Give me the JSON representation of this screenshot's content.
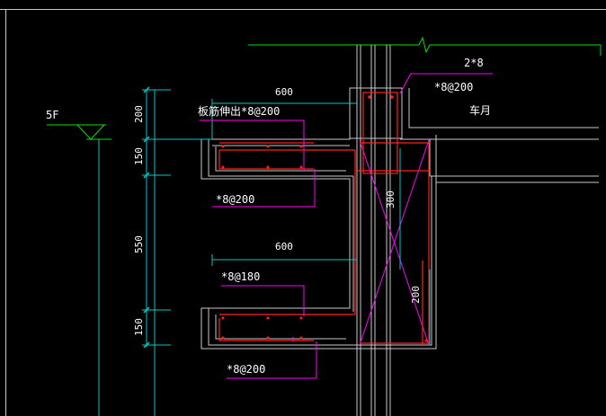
{
  "drawing": {
    "colors": {
      "background": "#000000",
      "concrete_outline": "#c8c8c8",
      "dimension": "#00c8c8",
      "leader": "#ff00ff",
      "rebar": "#ff2020",
      "slab_line": "#00e000",
      "text": "#ffffff"
    },
    "level": {
      "label": "5F"
    },
    "dimensions": {
      "top_width": "600",
      "mid_width": "600",
      "v_200": "200",
      "v_150_top": "150",
      "v_550": "550",
      "v_150_bottom": "150",
      "column_300": "300",
      "column_200": "200"
    },
    "annotations": {
      "column_bars": "2*8",
      "column_stirrup": "*8@200",
      "column_note": "车月",
      "top_slab_rebar": "板筋伸出*8@200",
      "upper_ledge_rebar": "*8@200",
      "lower_ledge_top_rebar": "*8@180",
      "lower_ledge_bottom_rebar": "*8@200"
    }
  }
}
